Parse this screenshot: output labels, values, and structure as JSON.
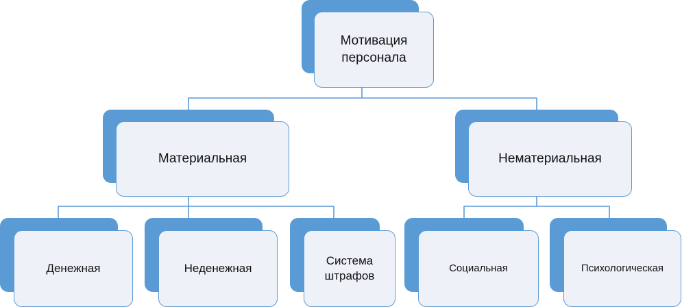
{
  "diagram": {
    "root": {
      "label": "Мотивация\nперсонала"
    },
    "branches": [
      {
        "label": "Материальная",
        "children": [
          {
            "label": "Денежная"
          },
          {
            "label": "Неденежная"
          },
          {
            "label": "Система\nштрафов"
          }
        ]
      },
      {
        "label": "Нематериальная",
        "children": [
          {
            "label": "Социальная"
          },
          {
            "label": "Психологическая"
          }
        ]
      }
    ]
  },
  "colors": {
    "accent": "#5b9bd5",
    "box_fill": "#eef2f8",
    "background": "#ffffff"
  }
}
